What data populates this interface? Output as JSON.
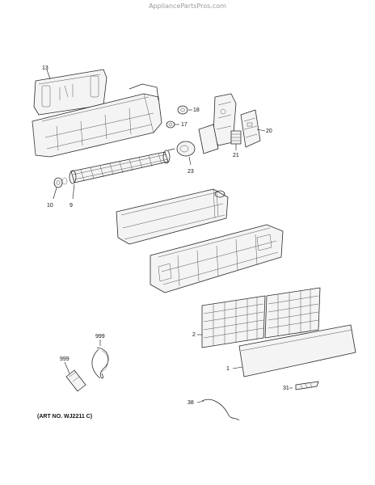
{
  "watermark": "AppliancePartsPros.com",
  "art_number": "(ART NO. WJ2211 C)",
  "callouts": {
    "c13": "13",
    "c18": "18",
    "c17": "17",
    "c20": "20",
    "c21": "21",
    "c23": "23",
    "c10": "10",
    "c9": "9",
    "c2": "2",
    "c1": "1",
    "c999a": "999",
    "c999b": "999",
    "c31": "31",
    "c38": "38"
  }
}
